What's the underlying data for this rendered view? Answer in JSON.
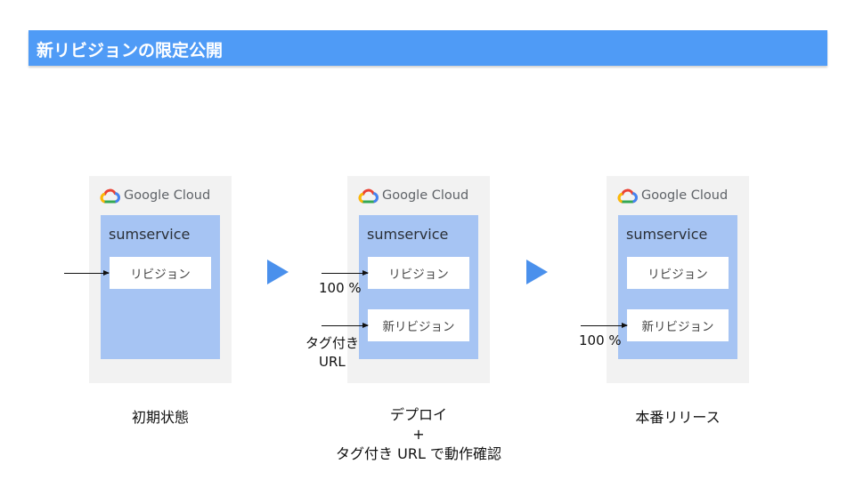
{
  "title": "新リビジョンの限定公開",
  "brand": {
    "name": "Google Cloud"
  },
  "colors": {
    "title_bar": "#4f9bf6",
    "service_box": "#a6c4f3",
    "panel": "#f2f2f2",
    "step_arrow": "#4a90ec"
  },
  "stages": [
    {
      "service": "sumservice",
      "revisions": [
        "リビジョン"
      ],
      "traffic_labels": [],
      "caption": [
        "初期状態"
      ]
    },
    {
      "service": "sumservice",
      "revisions": [
        "リビジョン",
        "新リビジョン"
      ],
      "traffic_labels": [
        "100 %",
        "タグ付き",
        "URL"
      ],
      "caption": [
        "デプロイ",
        "+",
        "タグ付き URL で動作確認"
      ]
    },
    {
      "service": "sumservice",
      "revisions": [
        "リビジョン",
        "新リビジョン"
      ],
      "traffic_labels": [
        "100 %"
      ],
      "caption": [
        "本番リリース"
      ]
    }
  ]
}
